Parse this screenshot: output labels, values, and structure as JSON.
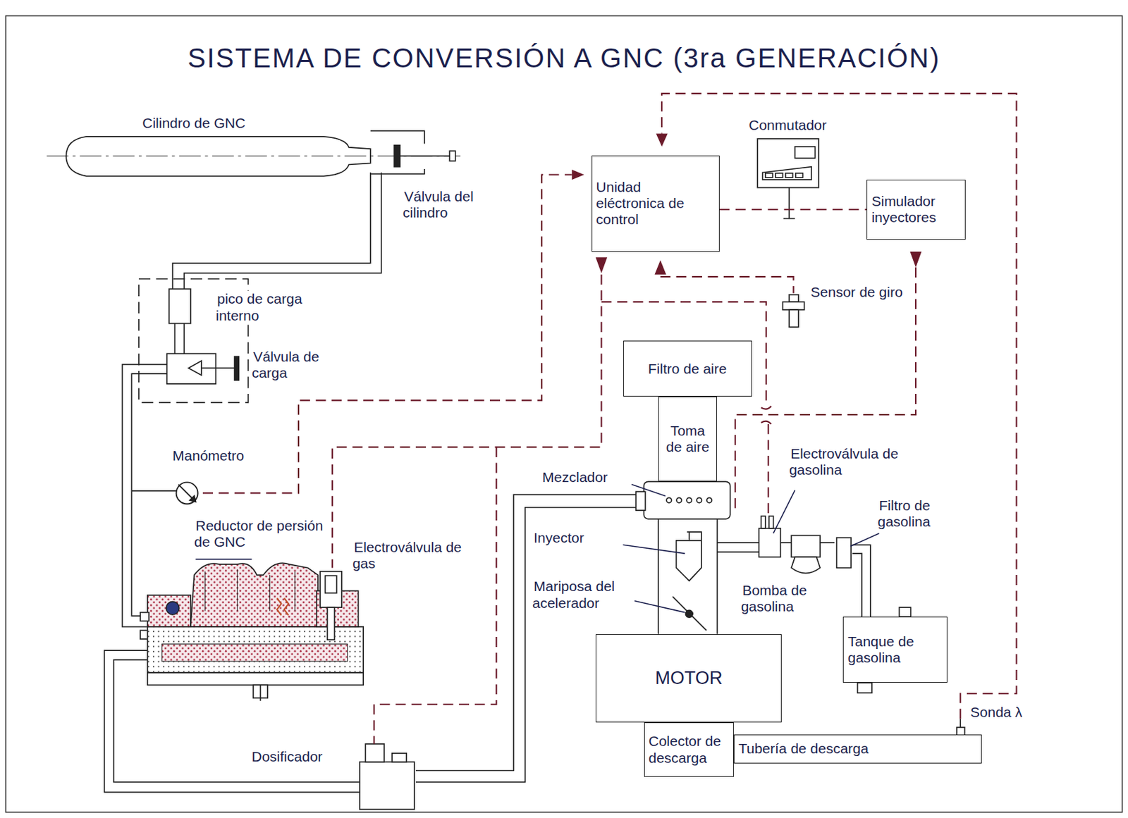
{
  "diagram": {
    "title": "SISTEMA DE CONVERSIÓN A GNC (3ra GENERACIÓN)",
    "nodes": [
      {
        "text": [
          "Unidad eléctronica de control"
        ]
      },
      {
        "text": [
          "Conmutador"
        ]
      },
      {
        "text": [
          "Simulador inyectores"
        ]
      },
      {
        "text": [
          "Filtro de aire"
        ]
      },
      {
        "text": [
          "Toma de aire"
        ]
      },
      {
        "text": [
          "MOTOR"
        ]
      },
      {
        "text": [
          "Colector de descarga"
        ]
      },
      {
        "text": [
          "Tubería de descarga"
        ]
      },
      {
        "text": [
          "Tanque de gasolina"
        ]
      }
    ],
    "edges": [
      {
        "from": 0,
        "to": 2,
        "arrow": "none"
      }
    ],
    "labels": [
      "Cilindro de GNC",
      "Válvula del cilindro",
      "pico de carga interno",
      "Válvula de carga",
      "Manómetro",
      "Reductor de persión de GNC",
      "Electroválvula de gas",
      "Dosificador",
      "Mezclador",
      "Inyector",
      "Mariposa del acelerador",
      "Electroválvula de gasolina",
      "Filtro de gasolina",
      "Bomba de gasolina",
      "Sensor de giro",
      "Sonda λ"
    ]
  }
}
